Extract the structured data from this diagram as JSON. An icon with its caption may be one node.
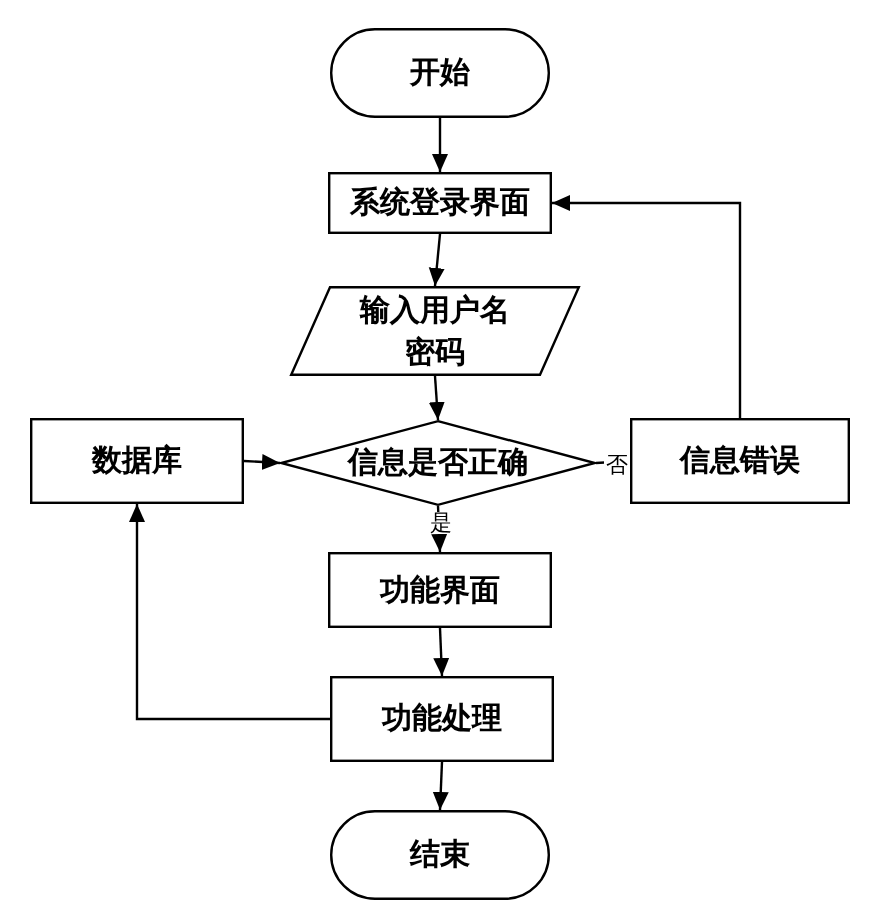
{
  "diagram": {
    "nodes": [
      {
        "text": [
          "开始"
        ]
      },
      {
        "text": [
          "系统登录界面"
        ]
      },
      {
        "text": [
          "输入用户名密码"
        ]
      },
      {
        "text": [
          "数据库"
        ]
      },
      {
        "text": [
          "信息是否正确"
        ]
      },
      {
        "text": [
          "信息错误"
        ]
      },
      {
        "text": [
          "功能界面"
        ]
      },
      {
        "text": [
          "功能处理"
        ]
      },
      {
        "text": [
          "结束"
        ]
      }
    ],
    "edges": [
      {
        "from": 0,
        "to": 1,
        "arrow": "to"
      },
      {
        "from": 1,
        "to": 2,
        "arrow": "to"
      },
      {
        "from": 2,
        "to": 4,
        "arrow": "to"
      },
      {
        "from": 3,
        "to": 4,
        "arrow": "to"
      },
      {
        "from": 4,
        "to": 5,
        "arrow": "to",
        "label": "否"
      },
      {
        "from": 5,
        "to": 1,
        "arrow": "to"
      },
      {
        "from": 4,
        "to": 6,
        "arrow": "to",
        "label": "是"
      },
      {
        "from": 6,
        "to": 7,
        "arrow": "to"
      },
      {
        "from": 7,
        "to": 3,
        "arrow": "to"
      },
      {
        "from": 7,
        "to": 8,
        "arrow": "to"
      }
    ]
  }
}
